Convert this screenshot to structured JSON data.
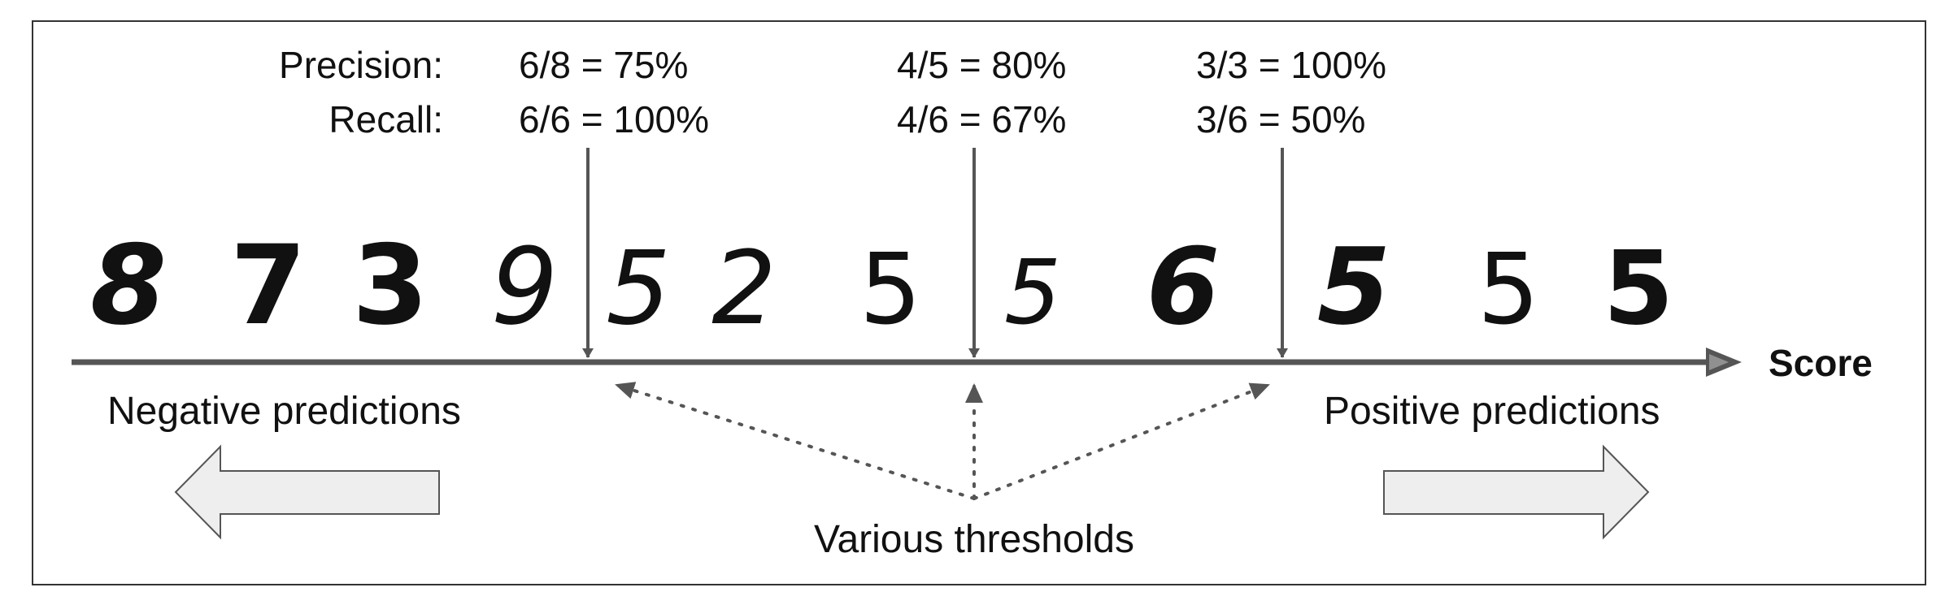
{
  "labels": {
    "precision": "Precision:",
    "recall": "Recall:",
    "score": "Score",
    "negative": "Negative predictions",
    "positive": "Positive predictions",
    "thresholds": "Various thresholds"
  },
  "thresholds": [
    {
      "precision": "6/8 = 75%",
      "recall": "6/6 = 100%"
    },
    {
      "precision": "4/5 = 80%",
      "recall": "4/6 = 67%"
    },
    {
      "precision": "3/3 = 100%",
      "recall": "3/6 = 50%"
    }
  ],
  "digits": [
    "8",
    "7",
    "3",
    "9",
    "5",
    "2",
    "5",
    "5",
    "6",
    "5",
    "5",
    "5"
  ],
  "colors": {
    "axis": "#555555",
    "frame": "#333333",
    "arrow_fill": "#eeeeee",
    "arrow_stroke": "#555555",
    "text": "#111111"
  }
}
